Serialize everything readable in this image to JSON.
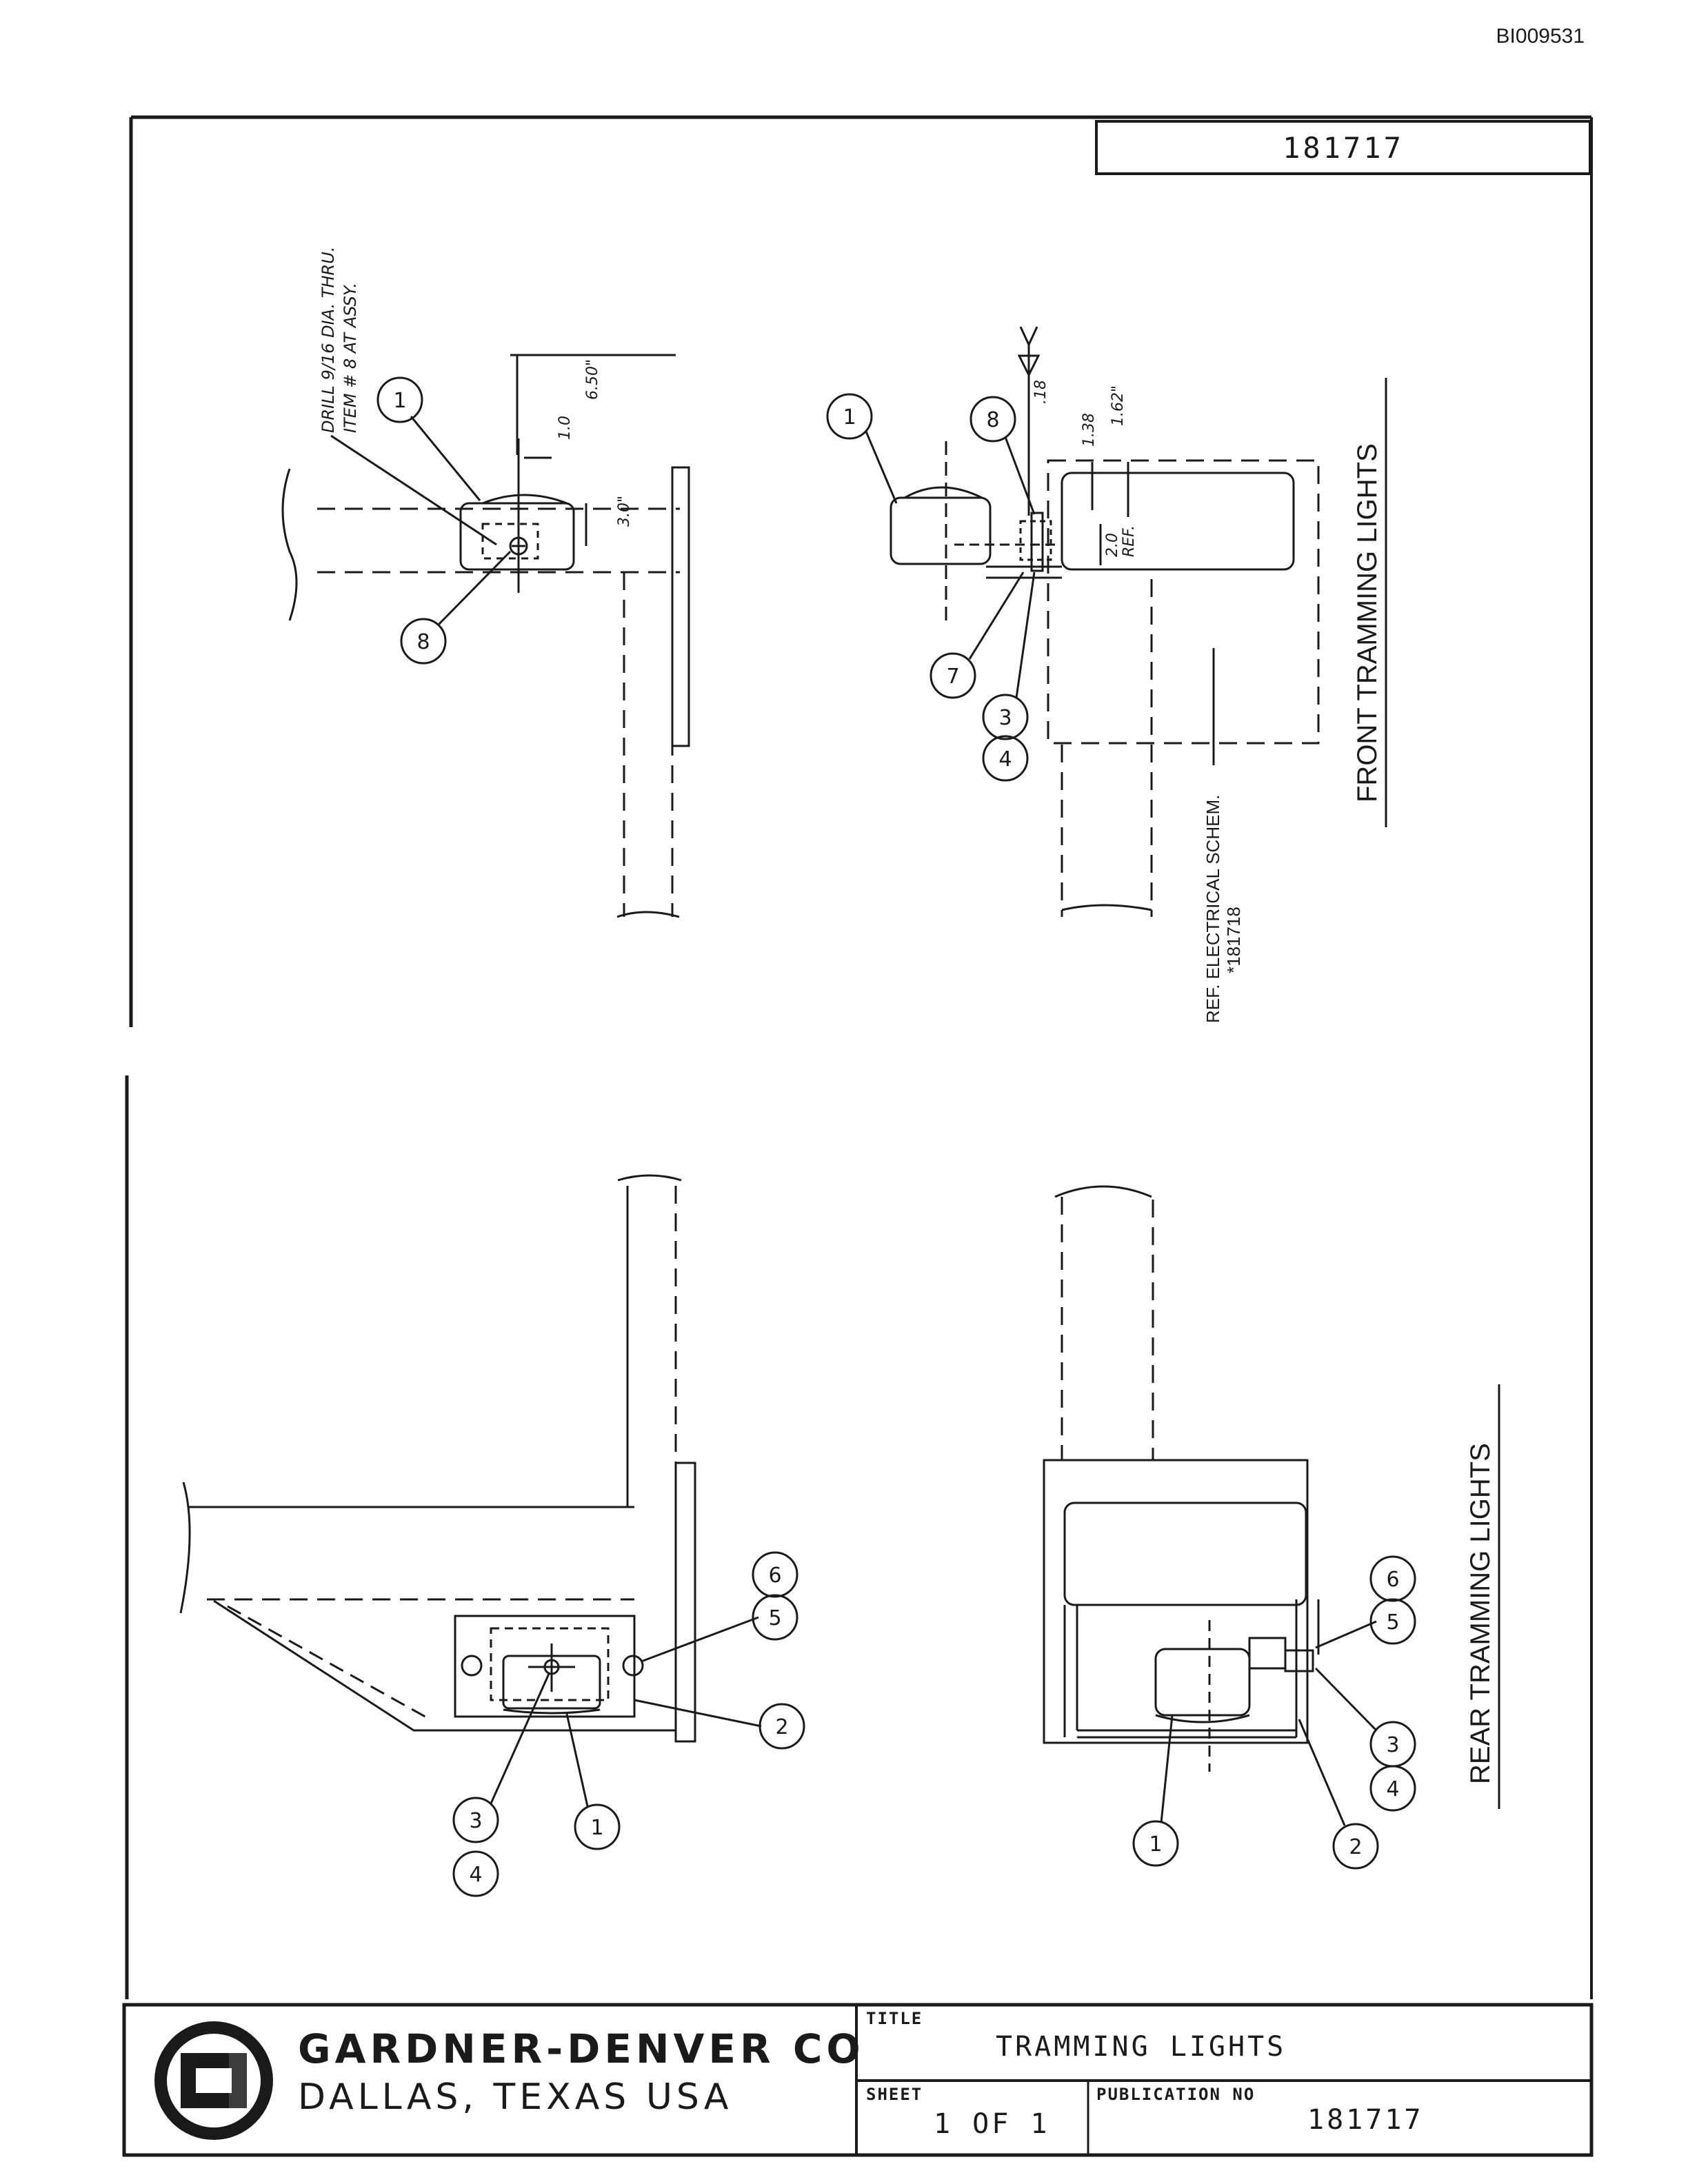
{
  "header": {
    "document_id": "BI009531",
    "drawing_number": "181717"
  },
  "drawing": {
    "view_labels": {
      "front": "FRONT TRAMMING LIGHTS",
      "rear": "REAR TRAMMING LIGHTS"
    },
    "notes": {
      "drill": "DRILL 9/16 DIA. THRU.",
      "drill_line2": "ITEM # 8 AT ASSY.",
      "ref_schem": "REF. ELECTRICAL SCHEM.",
      "ref_schem_no": "*181718"
    },
    "dimensions": {
      "d650": "6.50\"",
      "d10": "1.0",
      "d30": "3.0\"",
      "d18": ".18",
      "d138": "1.38",
      "d162": "1.62\"",
      "d20": "2.0",
      "ref": "REF."
    },
    "balloons": {
      "b1": "1",
      "b2": "2",
      "b3": "3",
      "b4": "4",
      "b5": "5",
      "b6": "6",
      "b7": "7",
      "b8": "8"
    }
  },
  "title_block": {
    "company": "GARDNER-DENVER CO",
    "location": "DALLAS, TEXAS USA",
    "title_label": "TITLE",
    "title": "TRAMMING LIGHTS",
    "sheet_label": "SHEET",
    "sheet": "1 OF 1",
    "publication_label": "PUBLICATION NO",
    "publication_no": "181717"
  }
}
